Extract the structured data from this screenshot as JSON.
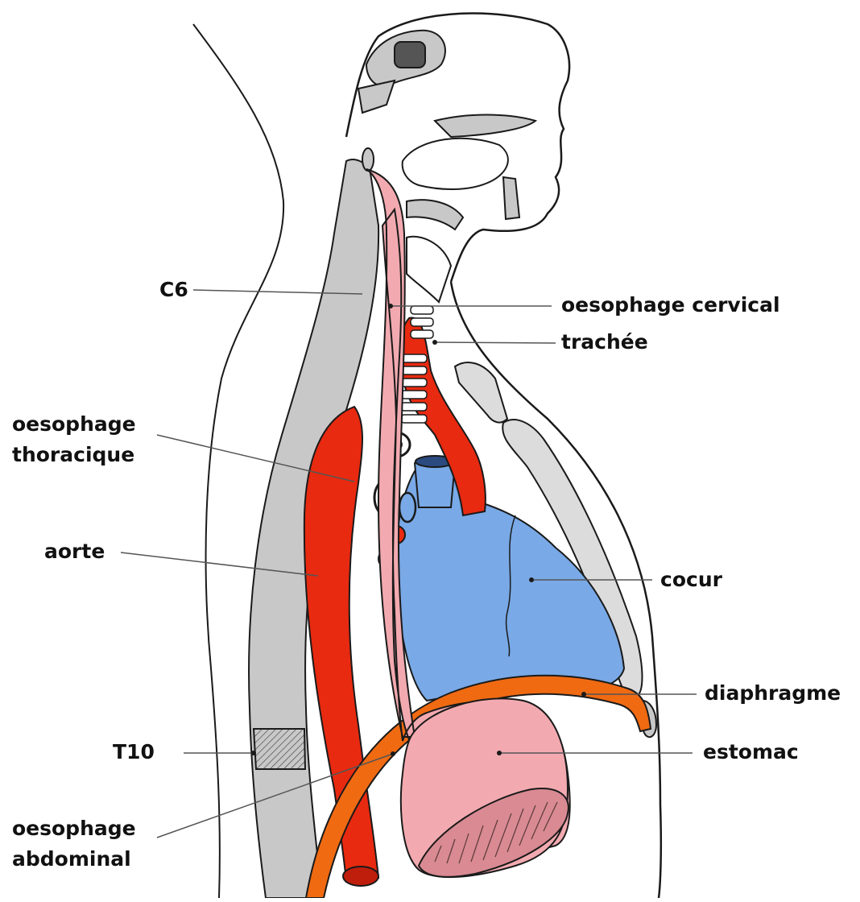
{
  "labels": {
    "c6": "C6",
    "oesophage_cervical": "oesophage cervical",
    "trachee": "trachée",
    "oesophage_thoracique_l1": "oesophage",
    "oesophage_thoracique_l2": "thoracique",
    "aorte": "aorte",
    "coeur": "cocur",
    "diaphragme": "diaphragme",
    "t10": "T10",
    "estomac": "estomac",
    "oesophage_abdominal_l1": "oesophage",
    "oesophage_abdominal_l2": "abdominal"
  },
  "colors": {
    "oesophagus": "#f2aab0",
    "aorta": "#e82a10",
    "heart": "#79a9e6",
    "diaphragm": "#f06a12",
    "bone": "#c8c8c8",
    "outline": "#1a1a1a",
    "leader": "#555555"
  }
}
